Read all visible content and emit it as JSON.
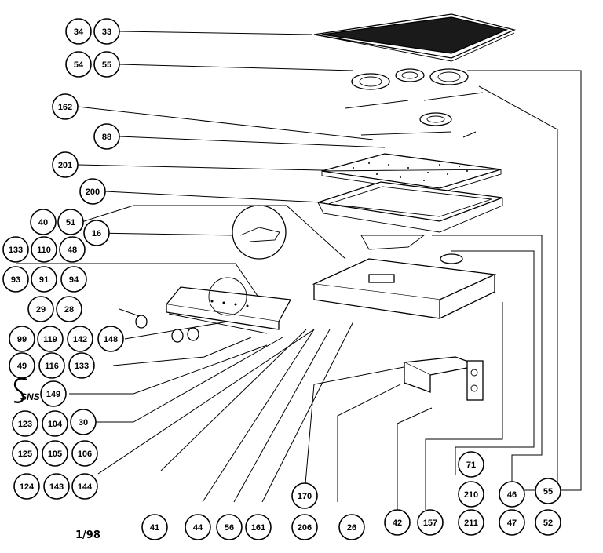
{
  "callouts": [
    {
      "id": "c34",
      "label": "34"
    },
    {
      "id": "c33",
      "label": "33"
    },
    {
      "id": "c54",
      "label": "54"
    },
    {
      "id": "c55a",
      "label": "55"
    },
    {
      "id": "c162",
      "label": "162"
    },
    {
      "id": "c88",
      "label": "88"
    },
    {
      "id": "c201",
      "label": "201"
    },
    {
      "id": "c200",
      "label": "200"
    },
    {
      "id": "c40",
      "label": "40"
    },
    {
      "id": "c51",
      "label": "51"
    },
    {
      "id": "c16",
      "label": "16"
    },
    {
      "id": "c133a",
      "label": "133"
    },
    {
      "id": "c110",
      "label": "110"
    },
    {
      "id": "c48",
      "label": "48"
    },
    {
      "id": "c93",
      "label": "93"
    },
    {
      "id": "c91",
      "label": "91"
    },
    {
      "id": "c94",
      "label": "94"
    },
    {
      "id": "c29",
      "label": "29"
    },
    {
      "id": "c28",
      "label": "28"
    },
    {
      "id": "c99",
      "label": "99"
    },
    {
      "id": "c119",
      "label": "119"
    },
    {
      "id": "c142",
      "label": "142"
    },
    {
      "id": "c148",
      "label": "148"
    },
    {
      "id": "c49",
      "label": "49"
    },
    {
      "id": "c116",
      "label": "116"
    },
    {
      "id": "c133b",
      "label": "133"
    },
    {
      "id": "c149",
      "label": "149"
    },
    {
      "id": "c123",
      "label": "123"
    },
    {
      "id": "c104",
      "label": "104"
    },
    {
      "id": "c30",
      "label": "30"
    },
    {
      "id": "c125",
      "label": "125"
    },
    {
      "id": "c105",
      "label": "105"
    },
    {
      "id": "c106",
      "label": "106"
    },
    {
      "id": "c124",
      "label": "124"
    },
    {
      "id": "c143",
      "label": "143"
    },
    {
      "id": "c144",
      "label": "144"
    },
    {
      "id": "c41",
      "label": "41"
    },
    {
      "id": "c44",
      "label": "44"
    },
    {
      "id": "c56",
      "label": "56"
    },
    {
      "id": "c161",
      "label": "161"
    },
    {
      "id": "c170",
      "label": "170"
    },
    {
      "id": "c206",
      "label": "206"
    },
    {
      "id": "c26",
      "label": "26"
    },
    {
      "id": "c42",
      "label": "42"
    },
    {
      "id": "c157",
      "label": "157"
    },
    {
      "id": "c71",
      "label": "71"
    },
    {
      "id": "c210",
      "label": "210"
    },
    {
      "id": "c211",
      "label": "211"
    },
    {
      "id": "c46",
      "label": "46"
    },
    {
      "id": "c47",
      "label": "47"
    },
    {
      "id": "c55b",
      "label": "55"
    },
    {
      "id": "c52",
      "label": "52"
    }
  ],
  "footer": {
    "code": "1/98"
  },
  "stamp": {
    "initials": "SNS"
  }
}
